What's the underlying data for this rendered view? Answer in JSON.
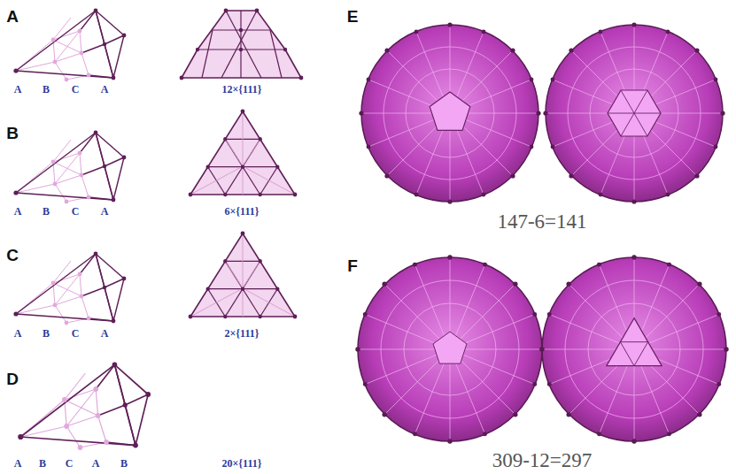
{
  "diagram": {
    "labels": [
      "A",
      "A",
      "B",
      "C",
      "A",
      "12×{111}",
      "B",
      "A",
      "B",
      "C",
      "A",
      "6×{111}",
      "C",
      "A",
      "B",
      "C",
      "A",
      "2×{111}",
      "D",
      "A",
      "B",
      "C",
      "A",
      "B",
      "20×{111}",
      "E",
      "147-6=141",
      "F",
      "309-12=297"
    ]
  }
}
